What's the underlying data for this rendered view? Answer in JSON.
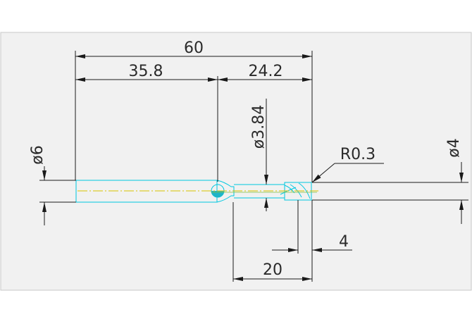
{
  "dimensions": {
    "overall_length": "60",
    "shank_length": "35.8",
    "flute_section_length": "24.2",
    "shank_diameter": "ø6",
    "neck_diameter": "ø3.84",
    "tip_diameter": "ø4",
    "corner_radius": "R0.3",
    "flute_length": "4",
    "reach_length": "20"
  },
  "colors": {
    "part_outline": "#00c8e0",
    "center_line": "#d6c200",
    "dimension_lines": "#1a1a1a",
    "frame_border": "#c8c8c8",
    "page_background": "#f1f1f1"
  }
}
